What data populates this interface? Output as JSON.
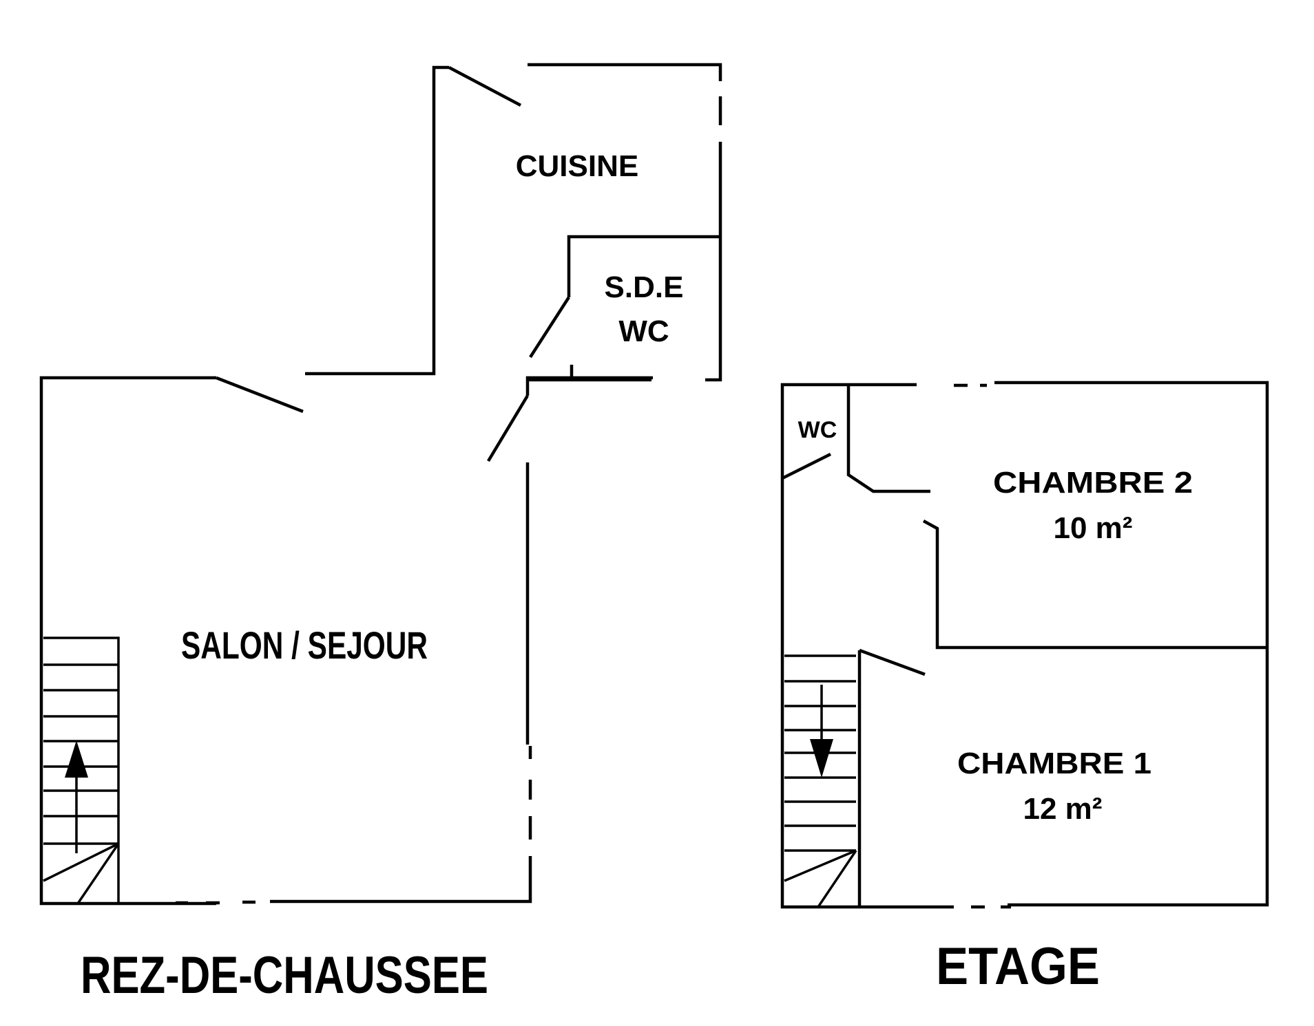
{
  "ground_floor": {
    "title": "REZ-DE-CHAUSSEE",
    "rooms": {
      "cuisine": "CUISINE",
      "sde_line1": "S.D.E",
      "sde_line2": "WC",
      "salon": "SALON / SEJOUR"
    }
  },
  "upper_floor": {
    "title": "ETAGE",
    "rooms": {
      "wc": "WC",
      "chambre2_name": "CHAMBRE 2",
      "chambre2_area": "10 m²",
      "chambre1_name": "CHAMBRE 1",
      "chambre1_area": "12 m²"
    }
  },
  "colors": {
    "line": "#000000",
    "background": "#ffffff"
  }
}
